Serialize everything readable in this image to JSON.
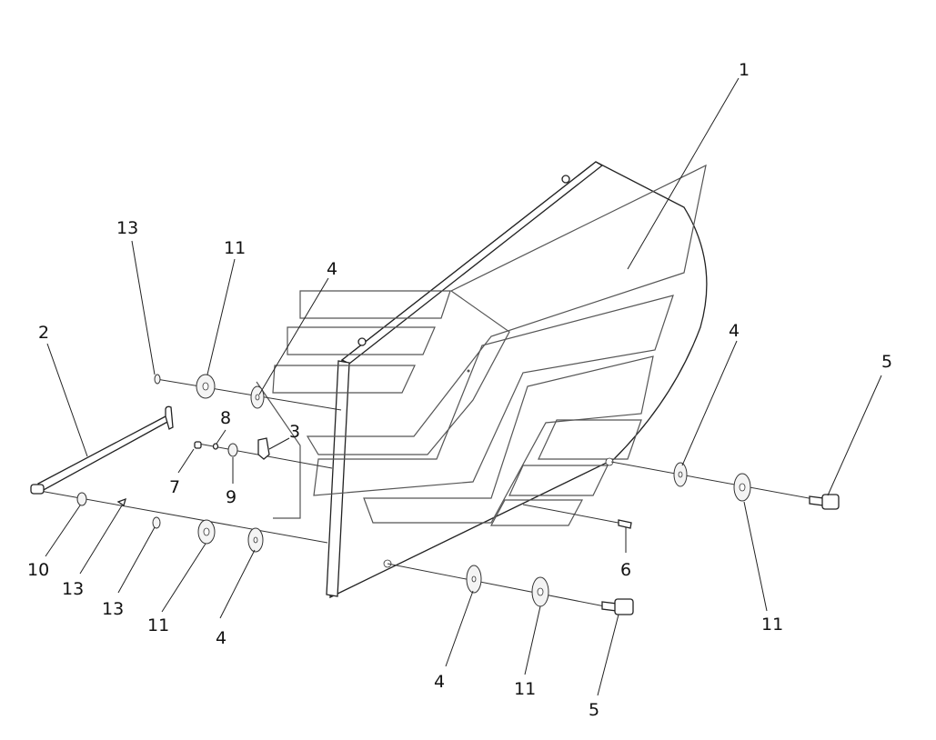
{
  "callouts": {
    "c1": "1",
    "c2": "2",
    "c3": "3",
    "c4a": "4",
    "c4b": "4",
    "c4c": "4",
    "c4d": "4",
    "c5a": "5",
    "c5b": "5",
    "c6": "6",
    "c7": "7",
    "c8": "8",
    "c9": "9",
    "c10": "10",
    "c11a": "11",
    "c11b": "11",
    "c11c": "11",
    "c11d": "11",
    "c13a": "13",
    "c13b": "13",
    "c13c": "13"
  }
}
